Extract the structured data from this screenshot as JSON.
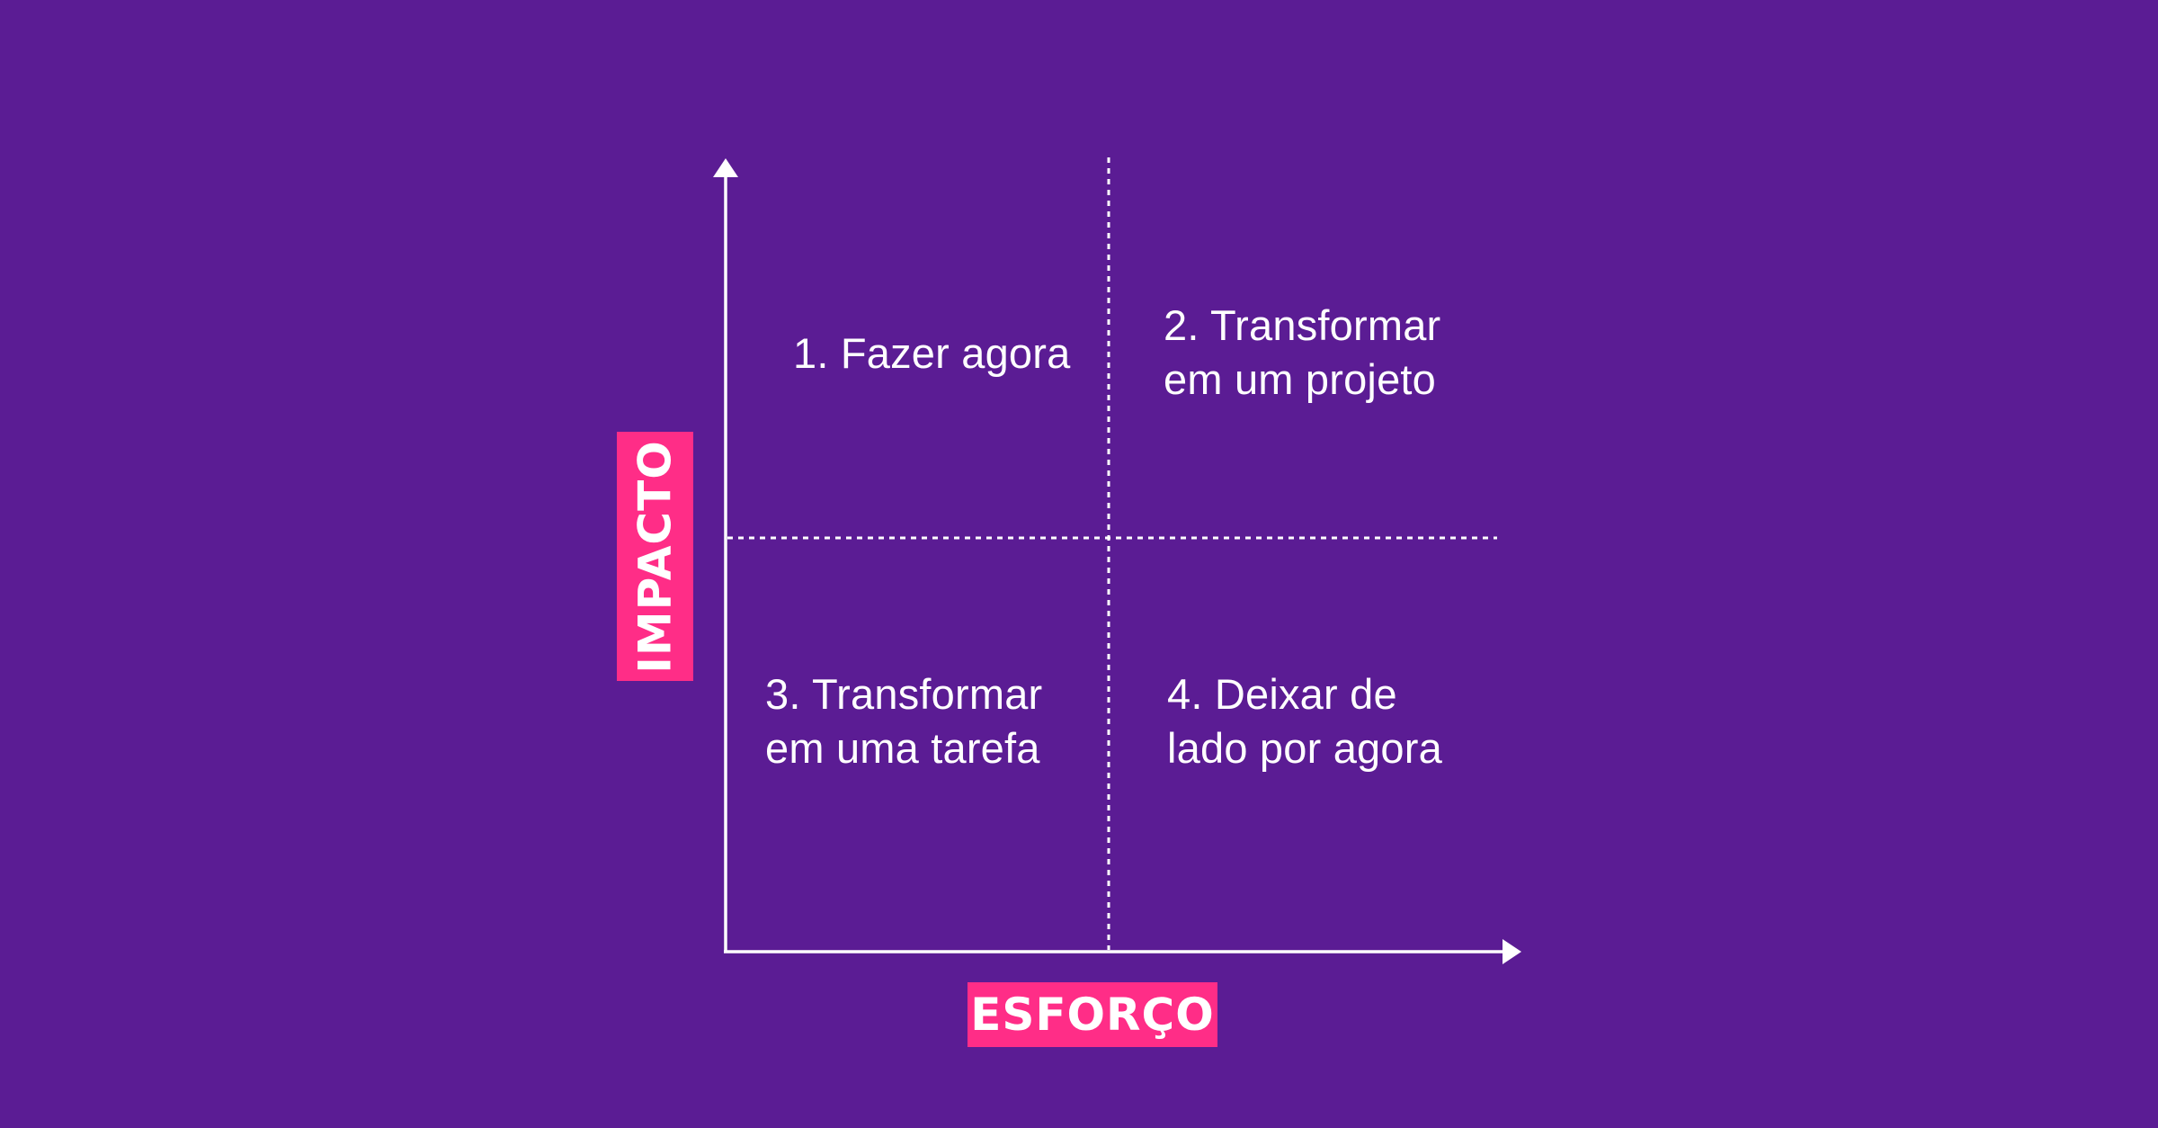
{
  "axes": {
    "y_label": "IMPACTO",
    "x_label": "ESFORÇO"
  },
  "quadrants": [
    {
      "id": "q1",
      "lines": [
        "1. Fazer agora"
      ]
    },
    {
      "id": "q2",
      "lines": [
        "2. Transformar",
        "em um projeto"
      ]
    },
    {
      "id": "q3",
      "lines": [
        "3. Transformar",
        "em uma tarefa"
      ]
    },
    {
      "id": "q4",
      "lines": [
        "4. Deixar de",
        "lado por agora"
      ]
    }
  ],
  "colors": {
    "background": "#5b1c94",
    "badge": "#ff2d87",
    "lines": "#ffffff",
    "text": "#ffffff"
  }
}
